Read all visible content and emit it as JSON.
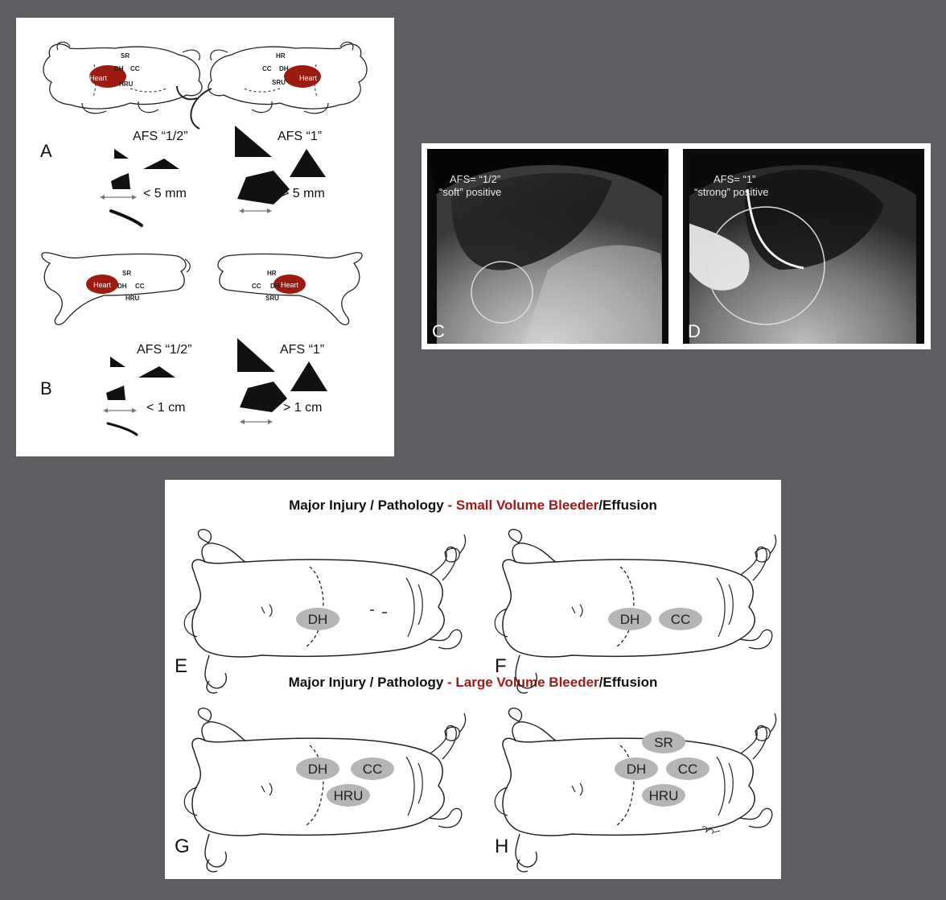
{
  "panel_ab": {
    "letters": [
      "A",
      "B"
    ],
    "organ_labels": {
      "heart": "Heart",
      "sr": "SR",
      "hr": "HR",
      "dh": "DH",
      "cc": "CC",
      "hru": "HRU",
      "sru": "SRU"
    },
    "afs_half": "AFS  “1/2”",
    "afs_one": "AFS  “1”",
    "a_small_threshold": "< 5 mm",
    "a_large_threshold": "> 5 mm",
    "b_small_threshold": "< 1 cm",
    "b_large_threshold": "> 1 cm"
  },
  "panel_cd": {
    "c_label_line1": "AFS= “1/2”",
    "c_label_line2": "“soft” positive",
    "d_label_line1": "AFS= “1”",
    "d_label_line2": "“strong” positive",
    "c_letter": "C",
    "d_letter": "D"
  },
  "panel_eh": {
    "heading_small_prefix": "Major Injury / Pathology ",
    "heading_small_red": "- Small Volume Bleeder",
    "heading_small_suffix": "/Effusion",
    "heading_large_prefix": "Major Injury / Pathology ",
    "heading_large_red": "- Large Volume Bleeder",
    "heading_large_suffix": "/Effusion",
    "letters": [
      "E",
      "F",
      "G",
      "H"
    ],
    "region_labels": {
      "dh": "DH",
      "cc": "CC",
      "hru": "HRU",
      "sr": "SR"
    }
  },
  "colors": {
    "heart": "#9e1b12",
    "highlight_red": "#a31a1a",
    "region_fill": "#b5b5b5",
    "background": "#5d5e61"
  }
}
